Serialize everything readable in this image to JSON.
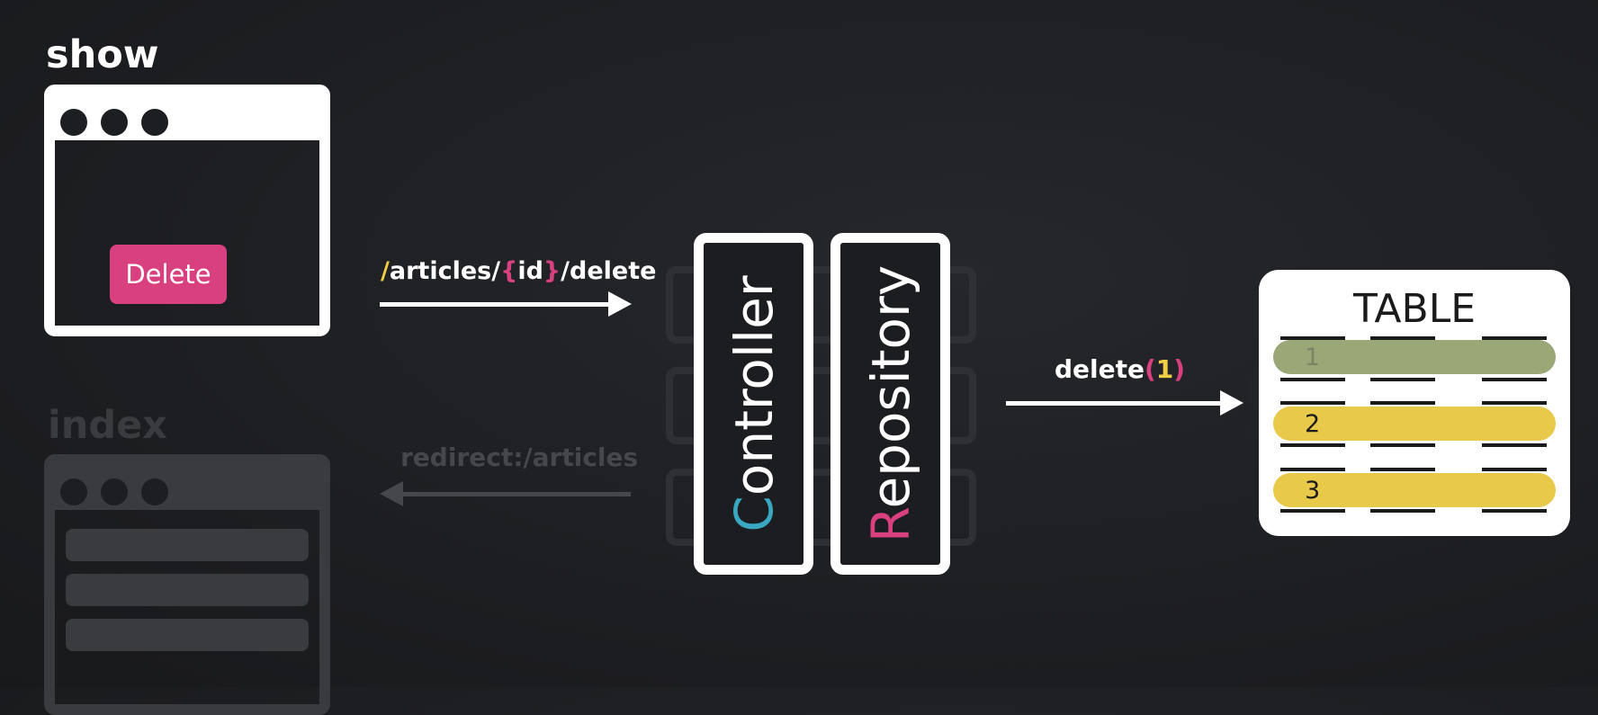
{
  "show": {
    "title": "show",
    "delete_label": "Delete"
  },
  "index": {
    "title": "index"
  },
  "request": {
    "slash1": "/",
    "mid": "articles/",
    "brace_open": "{",
    "id": "id",
    "brace_close": "}",
    "tail": "/delete"
  },
  "redirect": {
    "label": "redirect:/articles"
  },
  "controller": {
    "first": "C",
    "rest": "ontroller"
  },
  "repository": {
    "first": "R",
    "rest": "epository"
  },
  "delete_call": {
    "name": "delete",
    "open": "(",
    "arg": "1",
    "close": ")"
  },
  "table": {
    "title": "TABLE",
    "rows": [
      {
        "num": "1",
        "state": "deleting"
      },
      {
        "num": "2",
        "state": "active"
      },
      {
        "num": "3",
        "state": "active"
      }
    ]
  },
  "colors": {
    "accent_pink": "#d8407f",
    "accent_cyan": "#3aa7c2",
    "accent_yellow": "#f0cf47",
    "row_active": "#e8c94a",
    "row_deleting": "#9aa878"
  }
}
